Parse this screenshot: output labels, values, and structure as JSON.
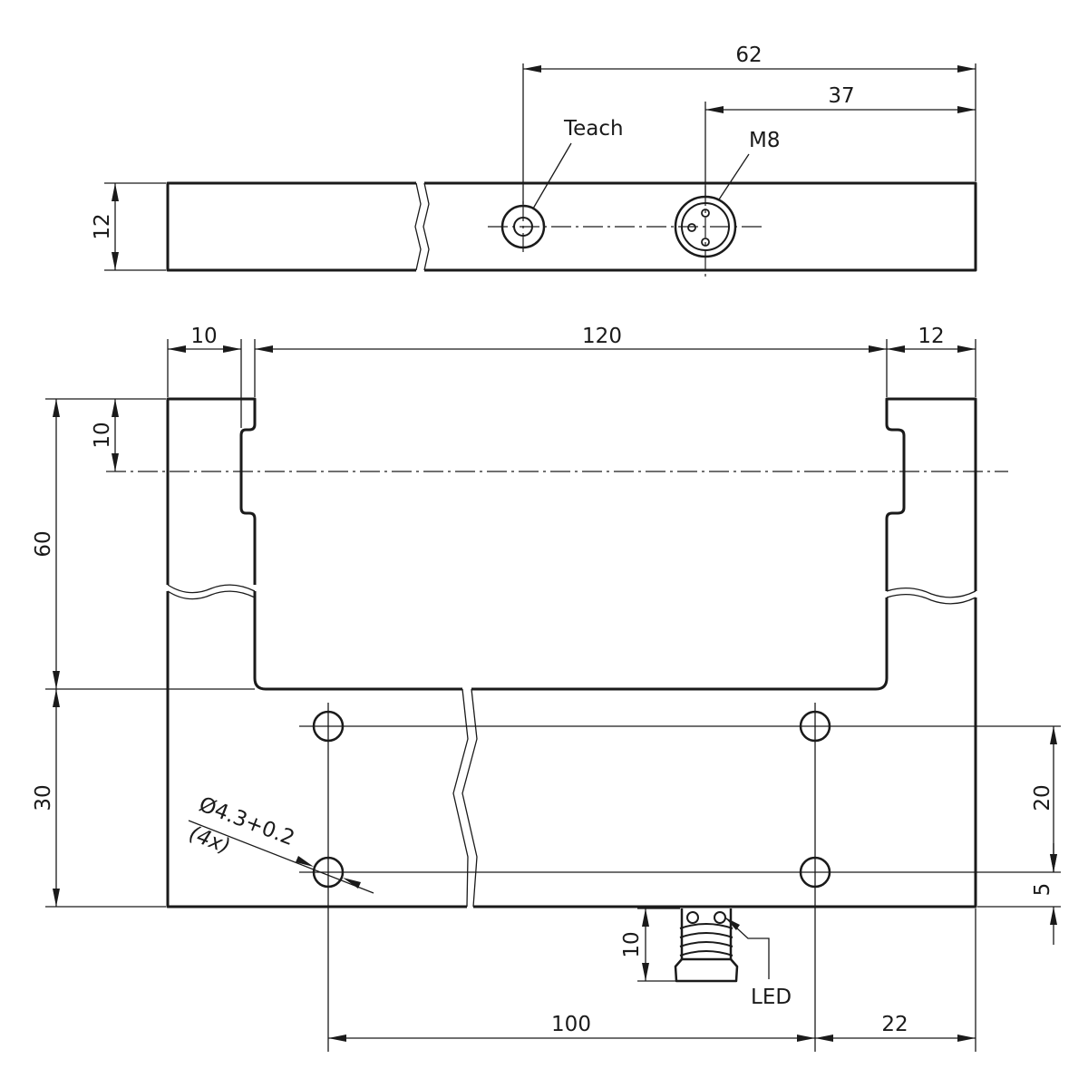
{
  "labels": {
    "teach": "Teach",
    "m8": "M8",
    "led": "LED",
    "hole_spec": "Ø4.3+0.2",
    "hole_count": "(4x)"
  },
  "dimensions": {
    "total_length_connector": "62",
    "connector_offset": "37",
    "top_height": "12",
    "left_arm": "10",
    "slot_width": "120",
    "right_arm": "12",
    "optical_axis": "10",
    "slot_depth": "60",
    "base_height": "30",
    "hole_spacing_vertical": "20",
    "hole_edge_offset": "5",
    "connector_length": "10",
    "hole_spacing_horizontal": "100",
    "hole_to_right_edge": "22"
  }
}
